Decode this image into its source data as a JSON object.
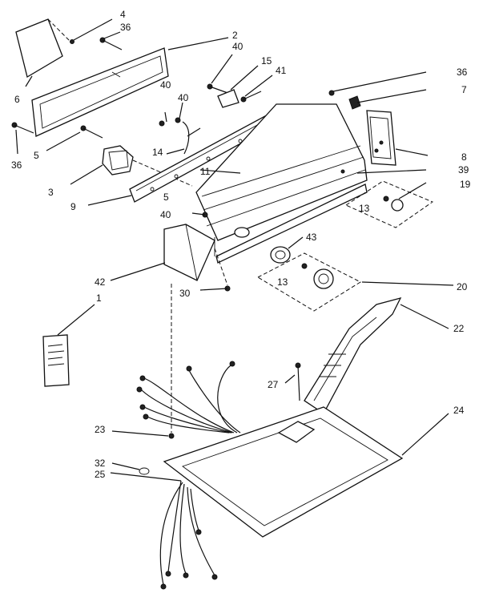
{
  "callouts": {
    "c1": "1",
    "c2": "2",
    "c3": "3",
    "c4": "4",
    "c5a": "5",
    "c5b": "5",
    "c6": "6",
    "c7": "7",
    "c8": "8",
    "c9": "9",
    "c11": "11",
    "c13a": "13",
    "c13b": "13",
    "c14": "14",
    "c15": "15",
    "c19": "19",
    "c20": "20",
    "c22": "22",
    "c23": "23",
    "c24": "24",
    "c25": "25",
    "c27": "27",
    "c30": "30",
    "c32": "32",
    "c36a": "36",
    "c36b": "36",
    "c36c": "36",
    "c39": "39",
    "c40a": "40",
    "c40b": "40",
    "c40c": "40",
    "c40d": "40",
    "c41": "41",
    "c42": "42",
    "c43": "43"
  }
}
